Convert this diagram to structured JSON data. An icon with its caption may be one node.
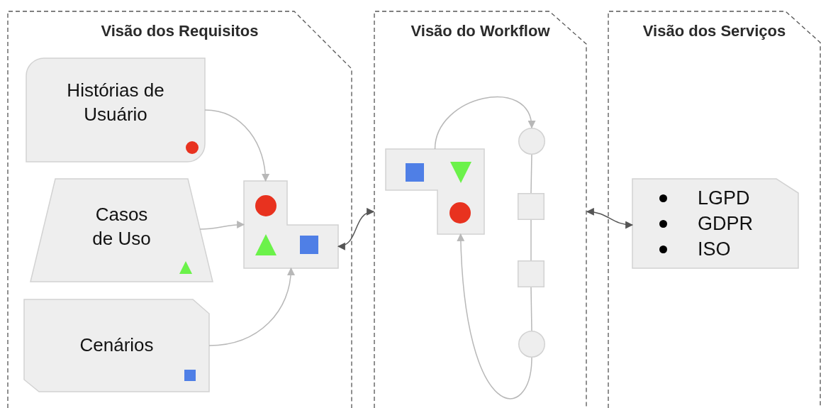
{
  "diagram": {
    "nodes": [
      {
        "text": [
          "Visão dos Requisitos"
        ]
      },
      {
        "text": [
          "Histórias de Usuário"
        ],
        "in": 0
      },
      {
        "text": [
          "Casos de Uso"
        ],
        "in": 0
      },
      {
        "text": [
          "Cenários"
        ],
        "in": 0
      },
      {
        "text": [],
        "shape": "box",
        "in": 0
      },
      {
        "text": [
          "Visão do Workflow"
        ]
      },
      {
        "text": [],
        "shape": "box",
        "in": 5
      },
      {
        "text": [],
        "shape": "circle",
        "in": 5
      },
      {
        "text": [],
        "shape": "box",
        "in": 5
      },
      {
        "text": [],
        "shape": "box",
        "in": 5
      },
      {
        "text": [],
        "shape": "circle",
        "in": 5
      },
      {
        "text": [
          "Visão dos Serviços"
        ]
      },
      {
        "text": [
          "LGPD",
          "GDPR",
          "ISO"
        ],
        "in": 11
      }
    ],
    "edges": [
      {
        "from": 1,
        "to": 4,
        "arrow": "to"
      },
      {
        "from": 2,
        "to": 4,
        "arrow": "to"
      },
      {
        "from": 3,
        "to": 4,
        "arrow": "to"
      },
      {
        "from": 4,
        "to": 5,
        "arrow": "both",
        "color": "#555555"
      },
      {
        "from": 5,
        "to": 12,
        "arrow": "both",
        "color": "#555555"
      },
      {
        "from": 6,
        "to": 7,
        "arrow": "to"
      },
      {
        "from": 7,
        "to": 8,
        "arrow": "none"
      },
      {
        "from": 8,
        "to": 9,
        "arrow": "none"
      },
      {
        "from": 9,
        "to": 10,
        "arrow": "none"
      },
      {
        "from": 10,
        "to": 6,
        "arrow": "to"
      }
    ]
  }
}
